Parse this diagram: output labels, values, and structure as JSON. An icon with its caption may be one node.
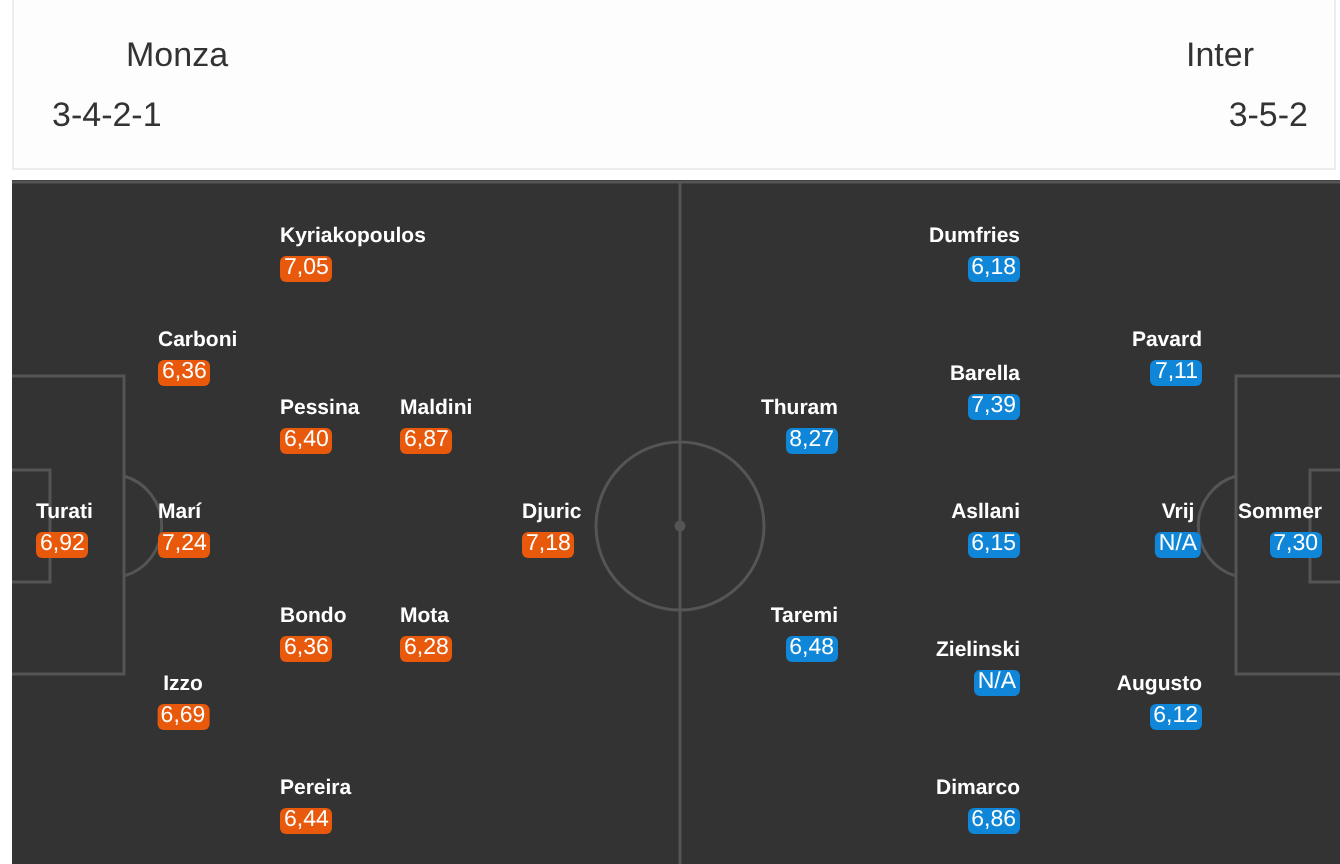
{
  "diagram": {
    "nodes": [
      {
        "text": [
          "Kyriakopoulos",
          "7,05"
        ]
      },
      {
        "text": [
          "Carboni",
          "6,36"
        ]
      },
      {
        "text": [
          "Pessina",
          "6,40"
        ]
      },
      {
        "text": [
          "Maldini",
          "6,87"
        ]
      },
      {
        "text": [
          "Turati",
          "6,92"
        ]
      },
      {
        "text": [
          "Marí",
          "7,24"
        ]
      },
      {
        "text": [
          "Djuric",
          "7,18"
        ]
      },
      {
        "text": [
          "Bondo",
          "6,36"
        ]
      },
      {
        "text": [
          "Mota",
          "6,28"
        ]
      },
      {
        "text": [
          "Izzo",
          "6,69"
        ]
      },
      {
        "text": [
          "Pereira",
          "6,44"
        ]
      },
      {
        "text": [
          "Dumfries",
          "6,18"
        ]
      },
      {
        "text": [
          "Pavard",
          "7,11"
        ]
      },
      {
        "text": [
          "Barella",
          "7,39"
        ]
      },
      {
        "text": [
          "Thuram",
          "8,27"
        ]
      },
      {
        "text": [
          "Asllani",
          "6,15"
        ]
      },
      {
        "text": [
          "Vrij",
          "N/A"
        ]
      },
      {
        "text": [
          "Sommer",
          "7,30"
        ]
      },
      {
        "text": [
          "Taremi",
          "6,48"
        ]
      },
      {
        "text": [
          "Zielinski",
          "N/A"
        ]
      },
      {
        "text": [
          "Augusto",
          "6,12"
        ]
      },
      {
        "text": [
          "Dimarco",
          "6,86"
        ]
      }
    ],
    "labels": [
      "Monza",
      "Inter",
      "3-4-2-1",
      "3-5-2"
    ]
  }
}
